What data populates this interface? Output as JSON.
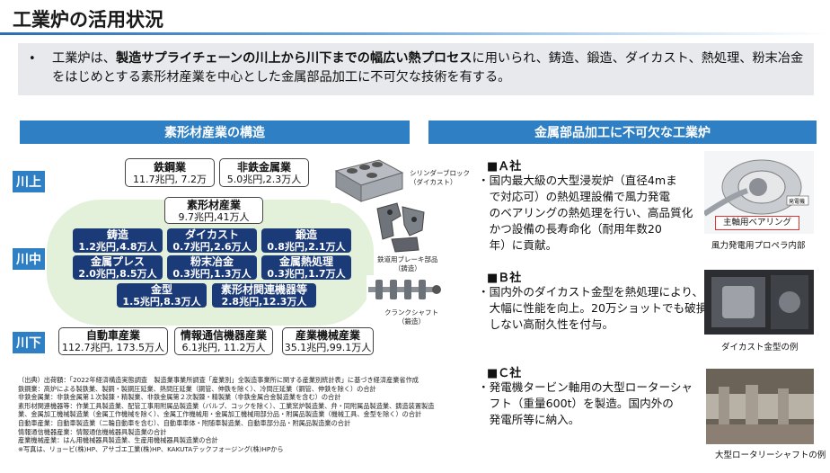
{
  "title": "工業炉の活用状況",
  "intro": {
    "bullet": "•",
    "pre": "工業炉は、",
    "bold": "製造サプライチェーンの川上から川下までの幅広い熱プロセス",
    "post": "に用いられ、鋳造、鍛造、ダイカスト、熱処理、粉末冶金をはじめとする素形材産業を中心とした金属部品加工に不可欠な技術を有する。"
  },
  "left_header": "素形材産業の構造",
  "right_header": "金属部品加工に不可欠な工業炉",
  "side": {
    "upstream": "川上",
    "midstream": "川中",
    "downstream": "川下"
  },
  "upstream": [
    {
      "name": "鉄鋼業",
      "value": "11.7兆円, 7.2万"
    },
    {
      "name": "非鉄金属業",
      "value": "5.0兆円,2.3万人"
    }
  ],
  "core": {
    "name": "素形材産業",
    "value": "9.7兆円,41万人"
  },
  "mid": [
    {
      "name": "鋳造",
      "value": "1.2兆円,4.8万人"
    },
    {
      "name": "ダイカスト",
      "value": "0.7兆円,2.6万人"
    },
    {
      "name": "鍛造",
      "value": "0.8兆円,2.1万人"
    },
    {
      "name": "金属プレス",
      "value": "2.0兆円,8.5万人"
    },
    {
      "name": "粉末冶金",
      "value": "0.3兆円,1.3万人"
    },
    {
      "name": "金属熱処理",
      "value": "0.3兆円,1.7万人"
    },
    {
      "name": "金型",
      "value": "1.5兆円,8.3万人"
    },
    {
      "name": "素形材関連機器等",
      "value": "2.8兆円,12.3万人"
    }
  ],
  "downstream": [
    {
      "name": "自動車産業",
      "value": "112.7兆円, 173.5万人"
    },
    {
      "name": "情報通信機器産業",
      "value": "6.1兆円, 11.2万人"
    },
    {
      "name": "産業機械産業",
      "value": "35.1兆円,99.1万人"
    }
  ],
  "photo_captions": {
    "cylinder": "シリンダーブロック\n（ダイカスト）",
    "brake": "鉄道用ブレーキ部品\n（鋳造）",
    "crank": "クランクシャフト\n（鍛造）"
  },
  "source_lines": [
    "（出典）出荷額：「2022年経済構造実態調査　製造業事業所調査「産業別」全製造事業所に関する産業別統計表」に基づき経済産業省作成",
    "鉄鋼業：高炉による製鉄業、製鋼・製鋼圧延業、熱間圧延業（鋼管、伸鉄を除く）、冷間圧延業（鋼管、伸鉄を除く）の合計",
    "非鉄金属業：非鉄金属第１次製錬・精製業、非鉄金属第２次製錬・精製業（非鉄金属合金製造業を含む）の合計",
    "素形材関連機器等：作業工具製造業、配管工事用附属品製造業（バルブ、コックを除く）、工業窯炉製造業、弁・同附属品製造業、鋳造装置製造",
    "業、金属加工機械製造業（金属工作機械を除く）、金属工作機械用・金属加工機械用部分品・附属品製造業（機械工具、金型を除く）の合計",
    "自動車産業：自動車製造業（二輪自動車を含む）、自動車車体・附随車製造業、自動車部分品・附属品製造業の合計",
    "情報通信機器産業：情報通信機械器具製造業の合計",
    "産業機械産業：はん用機械器具製造業、生産用機械器具製造業の合計",
    "※写真は、リョービ(株)HP、アサゴエ工業(株)HP、KAKUTAテックフォージング(株)HPから"
  ],
  "companies": [
    {
      "name": "■Ａ社",
      "lines": [
        "・国内最大級の大型浸炭炉（直径4mま",
        "　で対応可）の熱処理設備で風力発電",
        "　のベアリングの熱処理を行い、高品質化",
        "　かつ設備の長寿命化（耐用年数20",
        "　年）に貢献。"
      ],
      "photo_label": "主軸用ベアリング",
      "photo_small": "発電機",
      "caption": "風力発電用プロペラ内部"
    },
    {
      "name": "■Ｂ社",
      "lines": [
        "・国内外のダイカスト金型を熱処理により、",
        "　大幅に性能を向上。20万ショットでも破損",
        "　しない高耐久性を付与。"
      ],
      "caption": "ダイカスト金型の例"
    },
    {
      "name": "■Ｃ社",
      "lines": [
        "・発電機タービン軸用の大型ローターシャ",
        "　フト（重量600t）を製造。国内外の",
        "　発電所等に納入。"
      ],
      "caption": "大型ロータリーシャフトの例"
    }
  ],
  "colors": {
    "accent": "#2e7fc3",
    "navy": "#1b3a78",
    "oval": "#e3f0da",
    "intro_bg": "#e7e9ec"
  }
}
